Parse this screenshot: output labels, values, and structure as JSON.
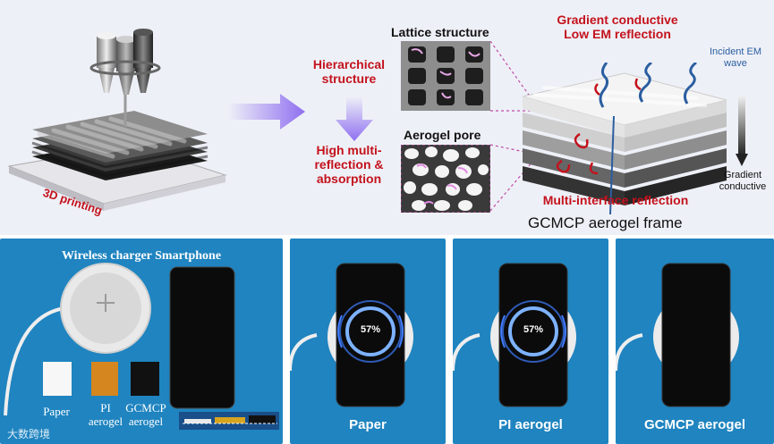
{
  "top": {
    "printing_label": "3D printing",
    "lattice_title": "Lattice structure",
    "hierarchical_label": "Hierarchical structure",
    "multi_reflection_label": "High multi-reflection & absorption",
    "aerogel_pore_title": "Aerogel pore",
    "gradient_title": "Gradient conductive Low EM reflection",
    "incident_label": "Incident EM wave",
    "gradient_side_label": "Gradient conductive",
    "multi_interface_label": "Multi-interface reflection",
    "frame_title": "GCMCP aerogel frame"
  },
  "photo1": {
    "header": "Wireless charger  Smartphone",
    "paper": "Paper",
    "pi_aerogel": "PI aerogel",
    "gcmcp_aerogel": "GCMCP aerogel",
    "watermark": "大数跨境"
  },
  "photo2": {
    "caption": "Paper",
    "battery": "57%"
  },
  "photo3": {
    "caption": "PI aerogel",
    "battery": "57%"
  },
  "photo4": {
    "caption": "GCMCP aerogel"
  },
  "colors": {
    "accent_red": "#c4121c",
    "photo_blue": "#1f84c0",
    "pink_dash": "#c04aa8",
    "arrow_purple": "#9b7cf0",
    "wave_blue": "#2a5ea0"
  }
}
